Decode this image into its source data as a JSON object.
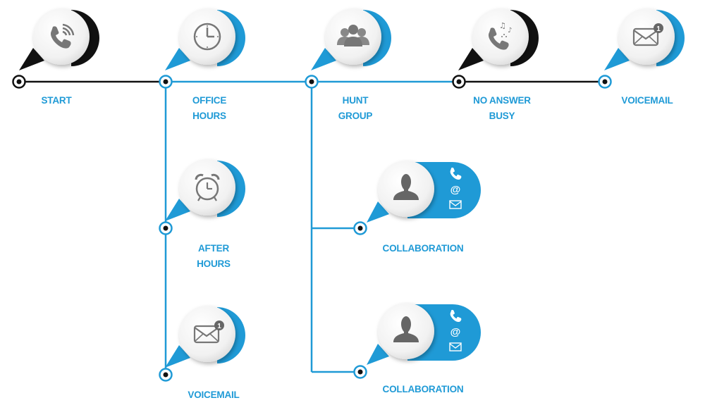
{
  "colors": {
    "accent": "#1f9ad6",
    "dark": "#111111",
    "icon_gray": "#777777"
  },
  "nodes": {
    "start": {
      "label": "START",
      "icon": "phone-ringing-icon"
    },
    "office_hours": {
      "label_line1": "OFFICE",
      "label_line2": "HOURS",
      "icon": "clock-icon"
    },
    "hunt_group": {
      "label_line1": "HUNT",
      "label_line2": "GROUP",
      "icon": "group-icon"
    },
    "no_answer_busy": {
      "label_line1": "NO ANSWER",
      "label_line2": "BUSY",
      "icon": "phone-music-icon"
    },
    "voicemail_top": {
      "label": "VOICEMAIL",
      "icon": "envelope-icon",
      "badge": "1"
    },
    "after_hours": {
      "label_line1": "AFTER",
      "label_line2": "HOURS",
      "icon": "alarm-clock-icon"
    },
    "voicemail_bottom": {
      "label": "VOICEMAIL",
      "icon": "envelope-icon",
      "badge": "1"
    },
    "collaboration_1": {
      "label": "COLLABORATION",
      "icon": "person-icon",
      "channels": "@"
    },
    "collaboration_2": {
      "label": "COLLABORATION",
      "icon": "person-icon",
      "channels": "@"
    }
  }
}
